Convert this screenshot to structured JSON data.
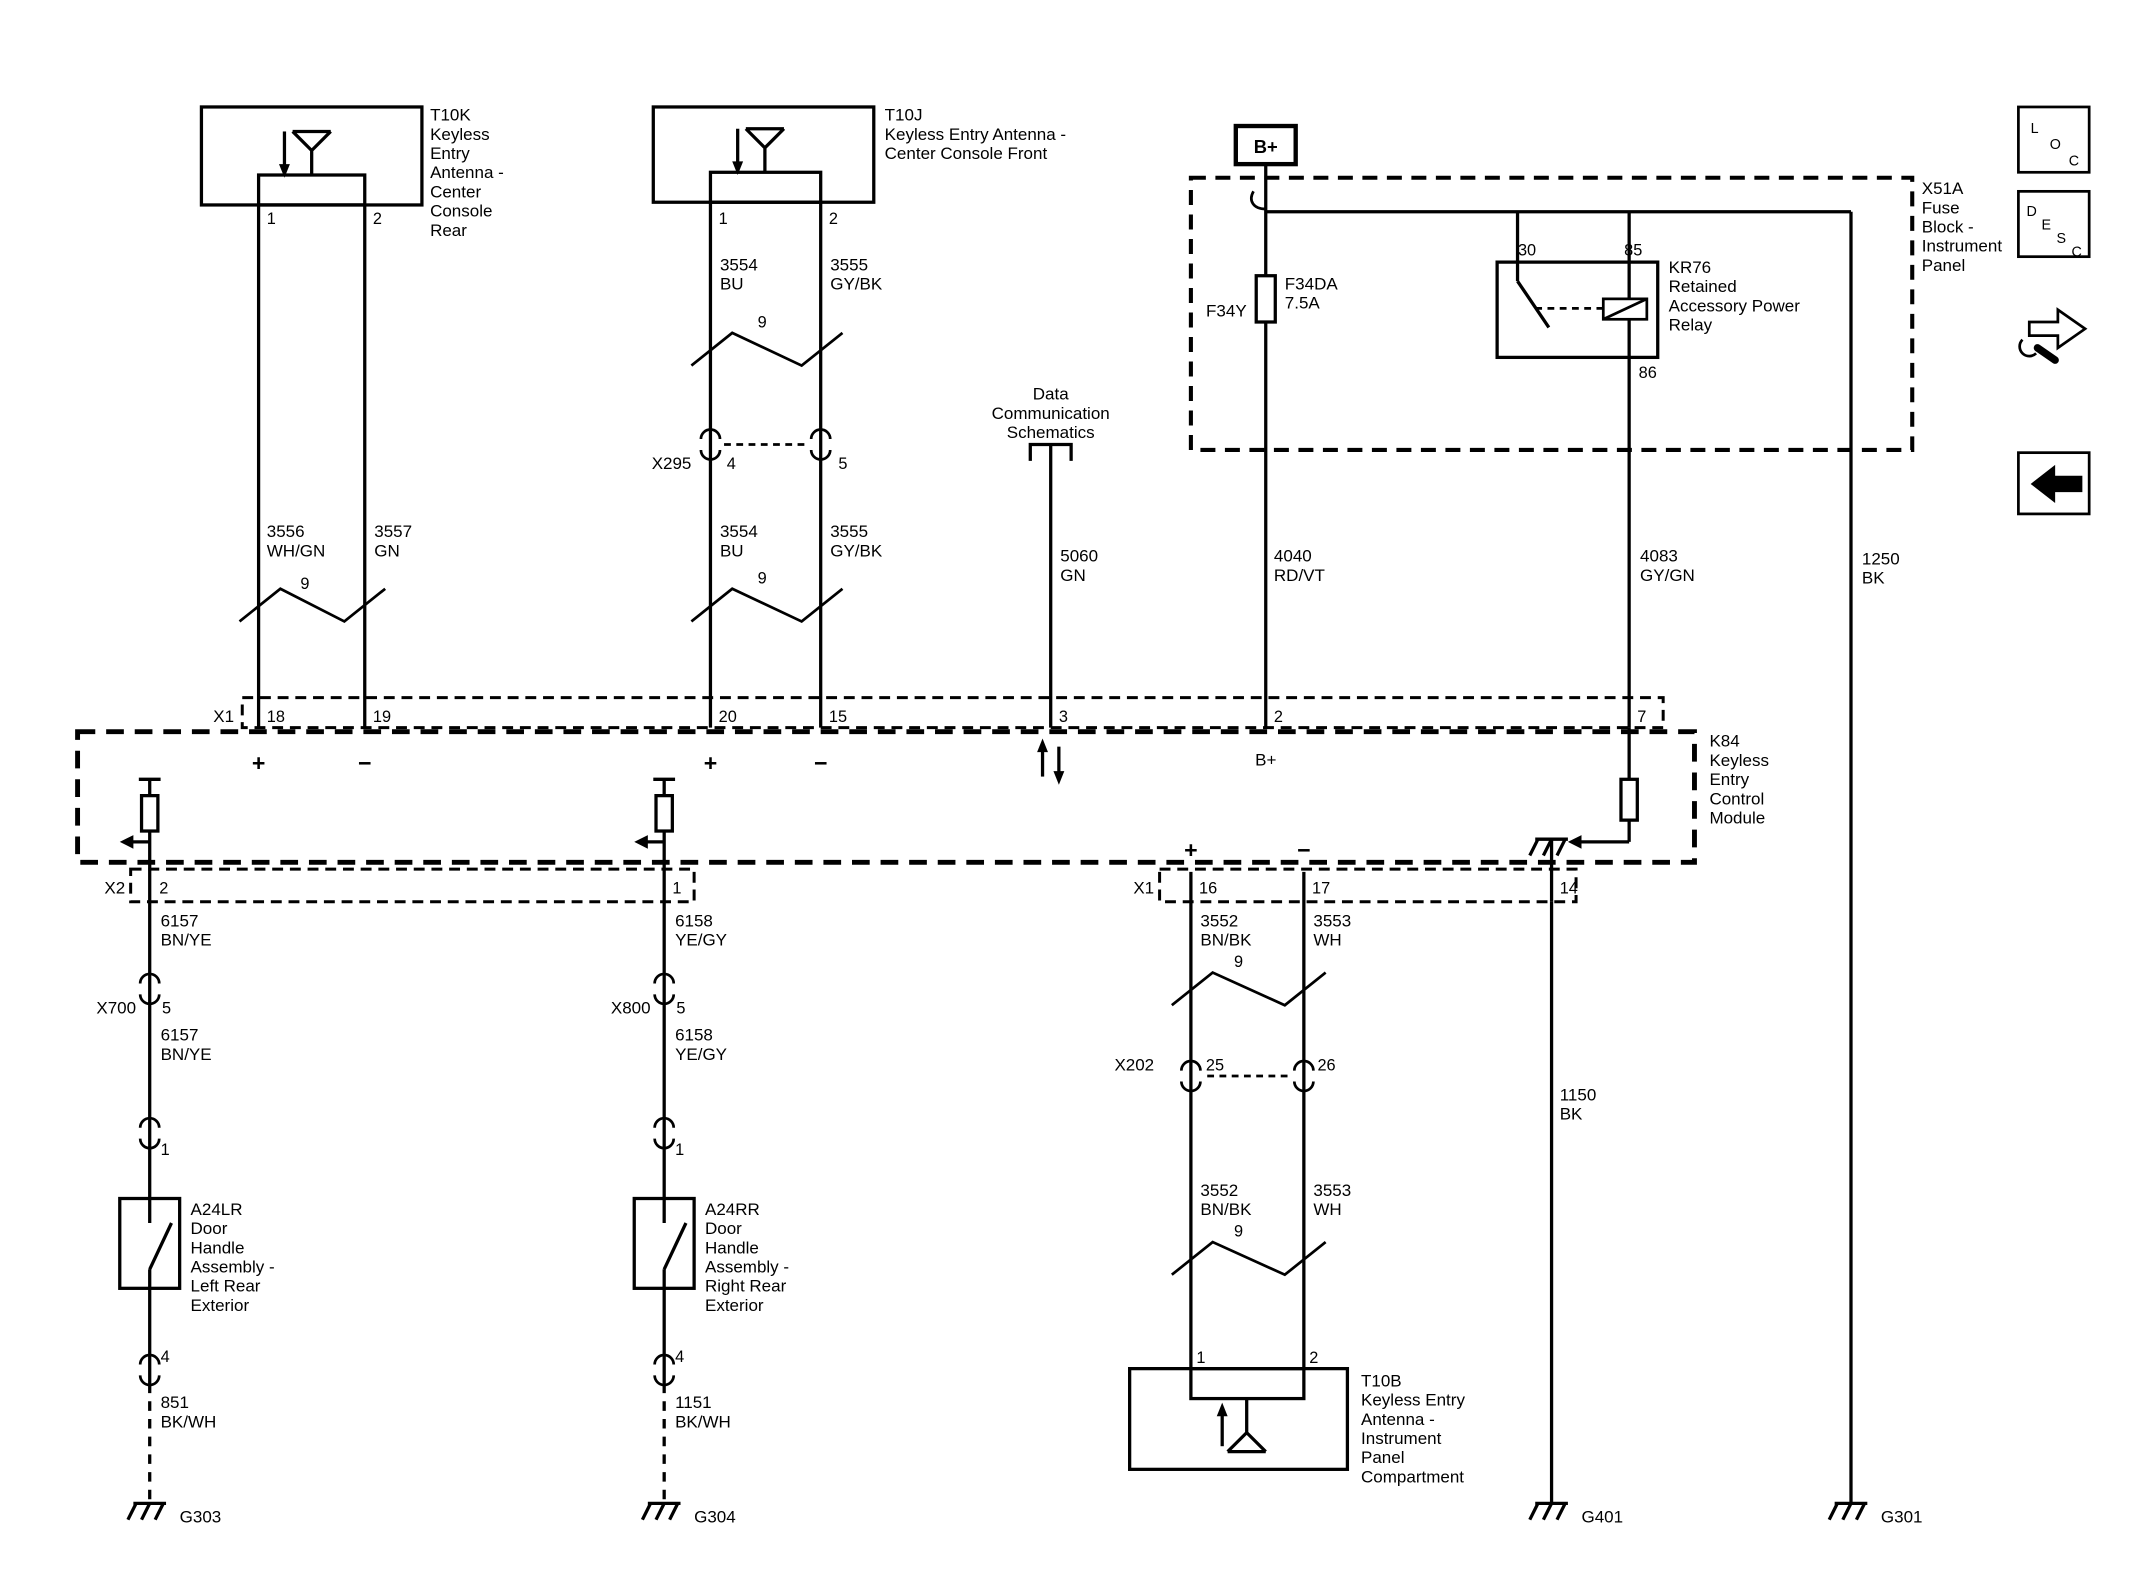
{
  "components": {
    "t10k": {
      "name": "T10K\nKeyless\nEntry\nAntenna -\nCenter\nConsole\nRear",
      "pin1": "1",
      "pin2": "2"
    },
    "t10j": {
      "name": "T10J\nKeyless Entry Antenna -\nCenter Console Front",
      "pin1": "1",
      "pin2": "2"
    },
    "t10b": {
      "name": "T10B\nKeyless Entry\nAntenna -\nInstrument\nPanel\nCompartment",
      "pin1": "1",
      "pin2": "2"
    },
    "x51a": {
      "name": "X51A\nFuse\nBlock -\nInstrument\nPanel"
    },
    "battery": {
      "label": "B+"
    },
    "fuse": {
      "name": "F34DA\n7.5A",
      "cavity": "F34Y"
    },
    "kr76": {
      "name": "KR76\nRetained\nAccessory Power\nRelay",
      "pin30": "30",
      "pin85": "85",
      "pin86": "86"
    },
    "k84": {
      "name": "K84\nKeyless\nEntry\nControl\nModule",
      "bplus": "B+"
    },
    "a24lr": {
      "name": "A24LR\nDoor\nHandle\nAssembly -\nLeft Rear\nExterior",
      "pin_in": "1",
      "pin_out": "4"
    },
    "a24rr": {
      "name": "A24RR\nDoor\nHandle\nAssembly -\nRight Rear\nExterior",
      "pin_in": "1",
      "pin_out": "4"
    },
    "data_link": {
      "name": "Data\nCommunication\nSchematics"
    }
  },
  "connectors": {
    "x1_top": {
      "name": "X1",
      "pin18": "18",
      "pin19": "19",
      "pin20": "20",
      "pin15": "15",
      "pin3": "3",
      "pin2": "2",
      "pin7": "7"
    },
    "x2": {
      "name": "X2",
      "pin2": "2",
      "pin1": "1"
    },
    "x1_bottom": {
      "name": "X1",
      "pin16": "16",
      "pin17": "17",
      "pin14": "14"
    },
    "x295": {
      "name": "X295",
      "pin4": "4",
      "pin5": "5"
    },
    "x700": {
      "name": "X700",
      "pin5": "5"
    },
    "x800": {
      "name": "X800",
      "pin5": "5"
    },
    "x202": {
      "name": "X202",
      "pin25": "25",
      "pin26": "26"
    }
  },
  "wires": {
    "w3556": "3556\nWH/GN",
    "w3557": "3557\nGN",
    "w3554_a": "3554\nBU",
    "w3555_a": "3555\nGY/BK",
    "w3554_b": "3554\nBU",
    "w3555_b": "3555\nGY/BK",
    "w5060": "5060\nGN",
    "w4040": "4040\nRD/VT",
    "w4083": "4083\nGY/GN",
    "w1250": "1250\nBK",
    "w1150": "1150\nBK",
    "w6157_a": "6157\nBN/YE",
    "w6157_b": "6157\nBN/YE",
    "w6158_a": "6158\nYE/GY",
    "w6158_b": "6158\nYE/GY",
    "w3552_a": "3552\nBN/BK",
    "w3553_a": "3553\nWH",
    "w3552_b": "3552\nBN/BK",
    "w3553_b": "3553\nWH",
    "w851": "851\nBK/WH",
    "w1151": "1151\nBK/WH",
    "twist": "9"
  },
  "marks": {
    "plus": "+",
    "minus": "−"
  },
  "grounds": {
    "g303": "G303",
    "g304": "G304",
    "g401": "G401",
    "g301": "G301"
  },
  "toolbar": {
    "loc_letters": [
      "L",
      "O",
      "C"
    ],
    "desc_letters": [
      "D",
      "E",
      "S",
      "C"
    ]
  }
}
